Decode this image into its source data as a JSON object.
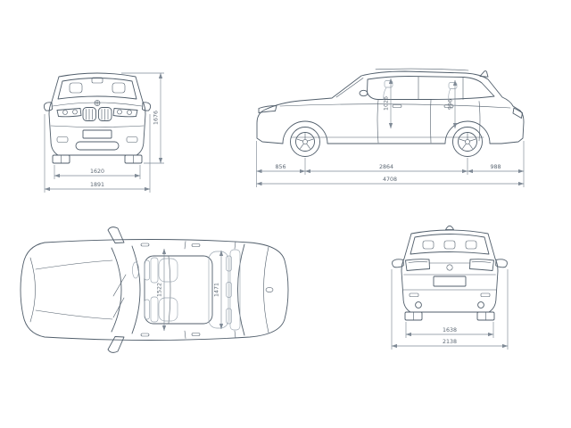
{
  "diagram": {
    "type": "vehicle-dimension-drawing",
    "views": [
      "front",
      "side",
      "top",
      "rear"
    ],
    "units": "mm"
  },
  "dimensions": {
    "front": {
      "track": "1620",
      "overall_width": "1891",
      "height": "1676"
    },
    "side": {
      "front_overhang": "856",
      "wheelbase": "2864",
      "rear_overhang": "988",
      "overall_length": "4708",
      "headroom_front": "1026",
      "headroom_rear": "996"
    },
    "top": {
      "interior_width_front": "1522",
      "interior_width_rear": "1471"
    },
    "rear": {
      "track_rear": "1638",
      "width_incl_mirrors": "2138"
    }
  },
  "colors": {
    "car_line": "#515e6b",
    "dimension_line": "#7f8a96",
    "label_text": "#5d6874",
    "background": "#ffffff"
  }
}
